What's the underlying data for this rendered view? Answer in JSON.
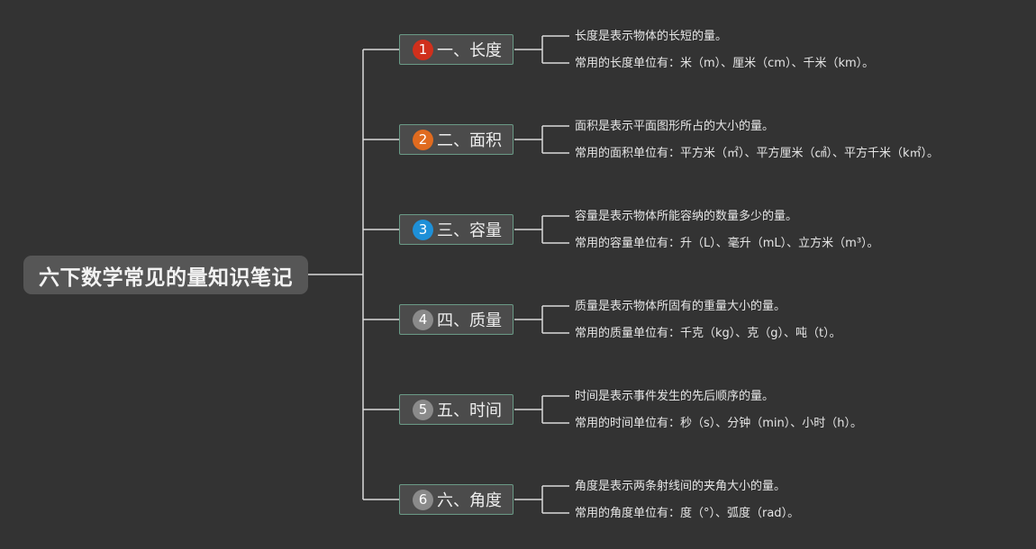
{
  "root": {
    "title": "六下数学常见的量知识笔记"
  },
  "branches": [
    {
      "num": "1",
      "color": "#d0301c",
      "label": "一、长度",
      "def": "长度是表示物体的长短的量。",
      "units": "常用的长度单位有：米（m）、厘米（cm）、千米（km）。"
    },
    {
      "num": "2",
      "color": "#e06b1f",
      "label": "二、面积",
      "def": "面积是表示平面图形所占的大小的量。",
      "units": "常用的面积单位有：平方米（㎡）、平方厘米（㎠）、平方千米（k㎡）。"
    },
    {
      "num": "3",
      "color": "#1e90d8",
      "label": "三、容量",
      "def": "容量是表示物体所能容纳的数量多少的量。",
      "units": "常用的容量单位有：升（L）、毫升（mL）、立方米（m³）。"
    },
    {
      "num": "4",
      "color": "#8a8a8a",
      "label": "四、质量",
      "def": "质量是表示物体所固有的重量大小的量。",
      "units": "常用的质量单位有：千克（kg）、克（g）、吨（t）。"
    },
    {
      "num": "5",
      "color": "#8a8a8a",
      "label": "五、时间",
      "def": "时间是表示事件发生的先后顺序的量。",
      "units": "常用的时间单位有：秒（s）、分钟（min）、小时（h）。"
    },
    {
      "num": "6",
      "color": "#8a8a8a",
      "label": "六、角度",
      "def": "角度是表示两条射线间的夹角大小的量。",
      "units": "常用的角度单位有：度（°）、弧度（rad）。"
    }
  ],
  "colors": {
    "line": "#d9d9d9",
    "branch_border": "#6a9a86",
    "background": "#333333"
  }
}
